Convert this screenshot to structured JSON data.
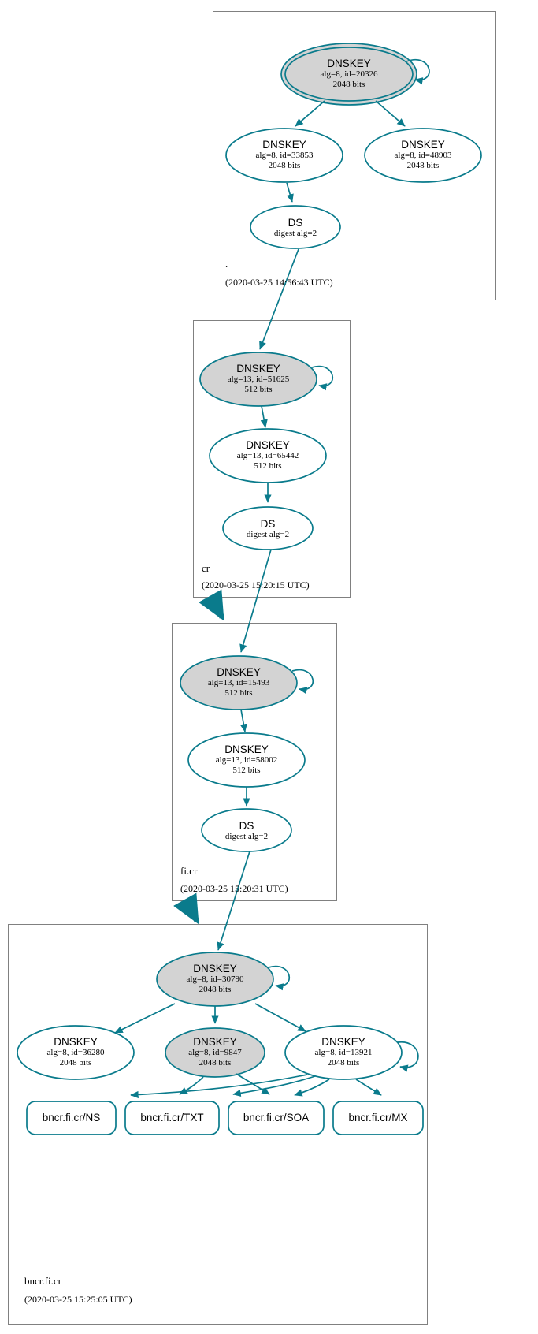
{
  "diagram": {
    "kind": "dnssec-authentication-chain",
    "colors": {
      "edge": "#0a7b8c",
      "node_stroke": "#0a7b8c",
      "secure_key_fill": "#d3d3d3",
      "plain_fill": "#ffffff",
      "zone_border": "#808080",
      "text": "#000000",
      "background": "#ffffff"
    }
  },
  "zones": [
    {
      "id": "root",
      "name": ".",
      "timestamp": "(2020-03-25 14:56:43 UTC)",
      "nodes": [
        {
          "id": "root-ksk",
          "type": "DNSKEY",
          "title": "DNSKEY",
          "line2": "alg=8, id=20326",
          "line3": "2048 bits",
          "alg": 8,
          "key_id": 20326,
          "bits": 2048,
          "trust_anchor": true,
          "filled": true,
          "self_signed": true
        },
        {
          "id": "root-zsk-33853",
          "type": "DNSKEY",
          "title": "DNSKEY",
          "line2": "alg=8, id=33853",
          "line3": "2048 bits",
          "alg": 8,
          "key_id": 33853,
          "bits": 2048,
          "trust_anchor": false,
          "filled": false,
          "self_signed": false
        },
        {
          "id": "root-zsk-48903",
          "type": "DNSKEY",
          "title": "DNSKEY",
          "line2": "alg=8, id=48903",
          "line3": "2048 bits",
          "alg": 8,
          "key_id": 48903,
          "bits": 2048,
          "trust_anchor": false,
          "filled": false,
          "self_signed": false
        },
        {
          "id": "root-ds",
          "type": "DS",
          "title": "DS",
          "line2": "digest alg=2",
          "line3": "",
          "digest_alg": 2,
          "filled": false
        }
      ]
    },
    {
      "id": "cr",
      "name": "cr",
      "timestamp": "(2020-03-25 15:20:15 UTC)",
      "nodes": [
        {
          "id": "cr-ksk",
          "type": "DNSKEY",
          "title": "DNSKEY",
          "line2": "alg=13, id=51625",
          "line3": "512 bits",
          "alg": 13,
          "key_id": 51625,
          "bits": 512,
          "trust_anchor": false,
          "filled": true,
          "self_signed": true
        },
        {
          "id": "cr-zsk",
          "type": "DNSKEY",
          "title": "DNSKEY",
          "line2": "alg=13, id=65442",
          "line3": "512 bits",
          "alg": 13,
          "key_id": 65442,
          "bits": 512,
          "trust_anchor": false,
          "filled": false,
          "self_signed": false
        },
        {
          "id": "cr-ds",
          "type": "DS",
          "title": "DS",
          "line2": "digest alg=2",
          "line3": "",
          "digest_alg": 2,
          "filled": false
        }
      ]
    },
    {
      "id": "ficr",
      "name": "fi.cr",
      "timestamp": "(2020-03-25 15:20:31 UTC)",
      "nodes": [
        {
          "id": "ficr-ksk",
          "type": "DNSKEY",
          "title": "DNSKEY",
          "line2": "alg=13, id=15493",
          "line3": "512 bits",
          "alg": 13,
          "key_id": 15493,
          "bits": 512,
          "trust_anchor": false,
          "filled": true,
          "self_signed": true
        },
        {
          "id": "ficr-zsk",
          "type": "DNSKEY",
          "title": "DNSKEY",
          "line2": "alg=13, id=58002",
          "line3": "512 bits",
          "alg": 13,
          "key_id": 58002,
          "bits": 512,
          "trust_anchor": false,
          "filled": false,
          "self_signed": false
        },
        {
          "id": "ficr-ds",
          "type": "DS",
          "title": "DS",
          "line2": "digest alg=2",
          "line3": "",
          "digest_alg": 2,
          "filled": false
        }
      ]
    },
    {
      "id": "bncrficr",
      "name": "bncr.fi.cr",
      "timestamp": "(2020-03-25 15:25:05 UTC)",
      "nodes": [
        {
          "id": "b-ksk",
          "type": "DNSKEY",
          "title": "DNSKEY",
          "line2": "alg=8, id=30790",
          "line3": "2048 bits",
          "alg": 8,
          "key_id": 30790,
          "bits": 2048,
          "trust_anchor": false,
          "filled": true,
          "self_signed": true
        },
        {
          "id": "b-k-36280",
          "type": "DNSKEY",
          "title": "DNSKEY",
          "line2": "alg=8, id=36280",
          "line3": "2048 bits",
          "alg": 8,
          "key_id": 36280,
          "bits": 2048,
          "trust_anchor": false,
          "filled": false,
          "self_signed": false
        },
        {
          "id": "b-k-9847",
          "type": "DNSKEY",
          "title": "DNSKEY",
          "line2": "alg=8, id=9847",
          "line3": "2048 bits",
          "alg": 8,
          "key_id": 9847,
          "bits": 2048,
          "trust_anchor": false,
          "filled": true,
          "self_signed": false
        },
        {
          "id": "b-k-13921",
          "type": "DNSKEY",
          "title": "DNSKEY",
          "line2": "alg=8, id=13921",
          "line3": "2048 bits",
          "alg": 8,
          "key_id": 13921,
          "bits": 2048,
          "trust_anchor": false,
          "filled": false,
          "self_signed": true
        }
      ],
      "rrsets": [
        {
          "id": "rr-ns",
          "label": "bncr.fi.cr/NS"
        },
        {
          "id": "rr-txt",
          "label": "bncr.fi.cr/TXT"
        },
        {
          "id": "rr-soa",
          "label": "bncr.fi.cr/SOA"
        },
        {
          "id": "rr-mx",
          "label": "bncr.fi.cr/MX"
        }
      ]
    }
  ]
}
